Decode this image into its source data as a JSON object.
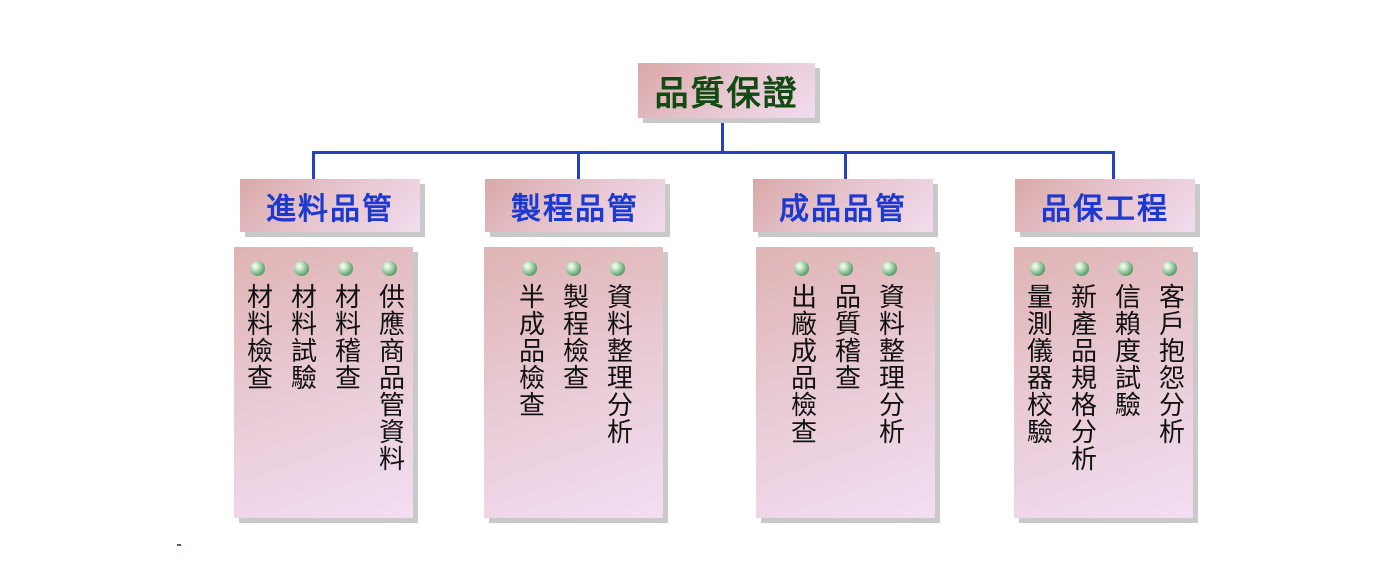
{
  "root": {
    "label": "品質保證"
  },
  "departments": [
    {
      "label": "進料品管",
      "items": [
        "材料檢查",
        "材料試驗",
        "材料稽查",
        "供應商品管資料"
      ]
    },
    {
      "label": "製程品管",
      "items": [
        "半成品檢查",
        "製程檢查",
        "資料整理分析"
      ]
    },
    {
      "label": "成品品管",
      "items": [
        "出廠成品檢查",
        "品質稽查",
        "資料整理分析"
      ]
    },
    {
      "label": "品保工程",
      "items": [
        "量測儀器校驗",
        "新產品規格分析",
        "信賴度試驗",
        "客戶抱怨分析"
      ]
    }
  ],
  "colors": {
    "connector": "#2a3fc8",
    "root_text": "#124a12",
    "department_text": "#1d3ad0",
    "item_text": "#111111"
  }
}
